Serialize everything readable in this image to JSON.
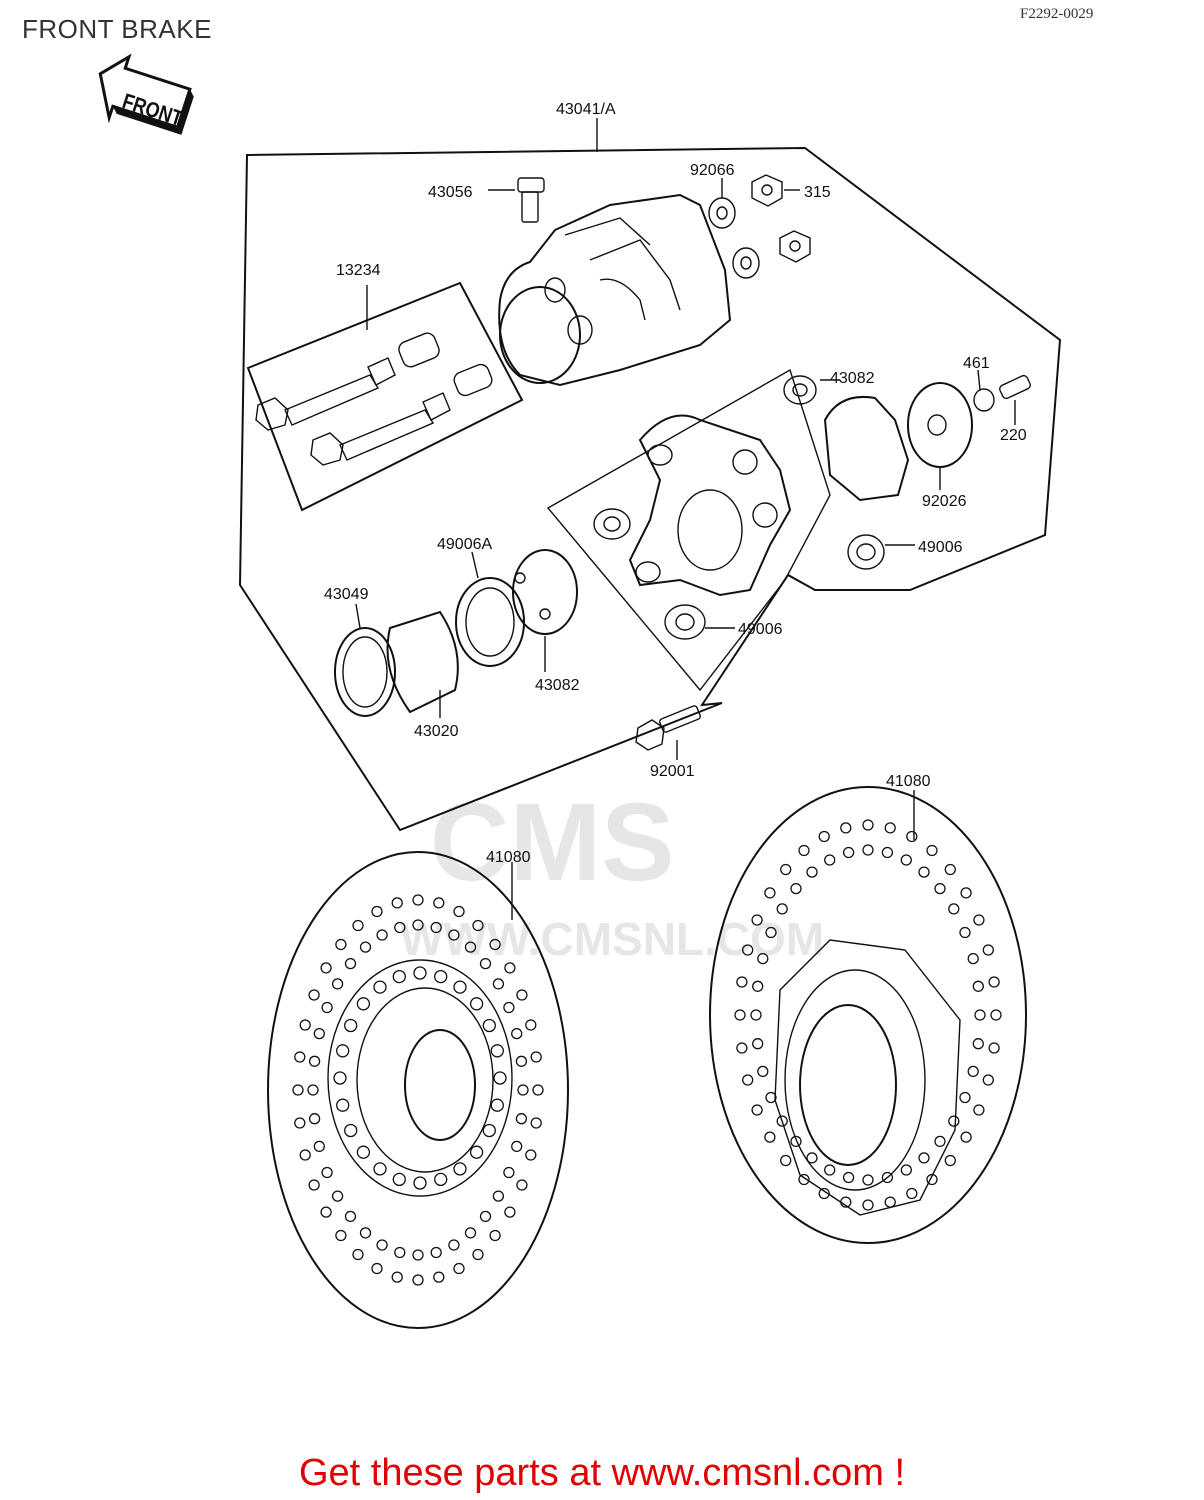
{
  "title": "FRONT BRAKE",
  "drawing_code": "F2292-0029",
  "front_badge": "FRONT",
  "watermark": {
    "brand": "CMS",
    "url": "WWW.CMSNL.COM"
  },
  "footer_text": "Get these parts at www.cmsnl.com !",
  "parts": [
    {
      "id": "p43041A",
      "label": "43041/A"
    },
    {
      "id": "p43056",
      "label": "43056"
    },
    {
      "id": "p92066",
      "label": "92066"
    },
    {
      "id": "p315",
      "label": "315"
    },
    {
      "id": "p13234",
      "label": "13234"
    },
    {
      "id": "p43082a",
      "label": "43082"
    },
    {
      "id": "p461",
      "label": "461"
    },
    {
      "id": "p220",
      "label": "220"
    },
    {
      "id": "p92026",
      "label": "92026"
    },
    {
      "id": "p49006a",
      "label": "49006"
    },
    {
      "id": "p49006b",
      "label": "49006"
    },
    {
      "id": "p49006A",
      "label": "49006A"
    },
    {
      "id": "p43049",
      "label": "43049"
    },
    {
      "id": "p43082b",
      "label": "43082"
    },
    {
      "id": "p43020",
      "label": "43020"
    },
    {
      "id": "p92001",
      "label": "92001"
    },
    {
      "id": "p41080a",
      "label": "41080"
    },
    {
      "id": "p41080b",
      "label": "41080"
    }
  ],
  "colors": {
    "line": "#111111",
    "footer": "#e00000",
    "watermark": "#e6e6e6"
  }
}
